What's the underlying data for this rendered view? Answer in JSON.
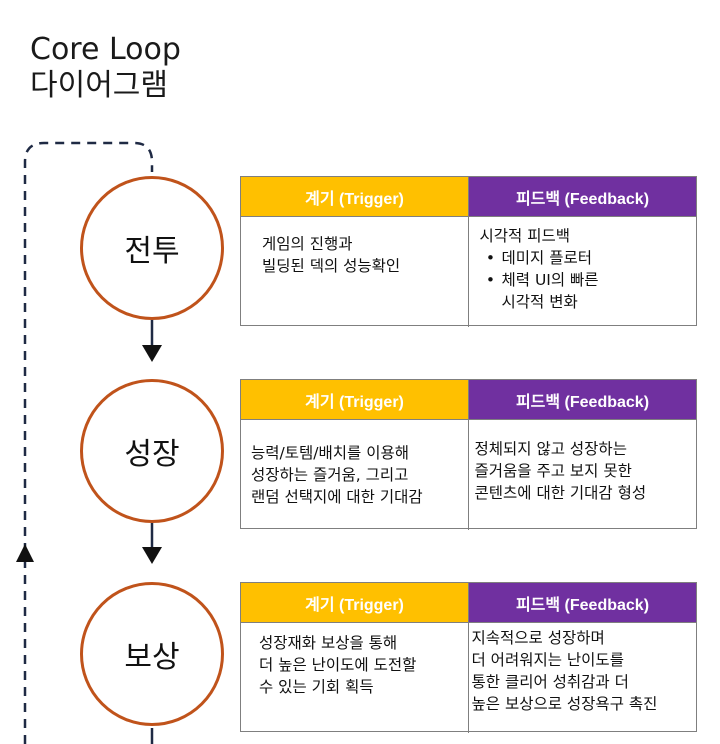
{
  "title": {
    "line1": "Core Loop",
    "line2": "다이어그램"
  },
  "headers": {
    "trigger": "계기 (Trigger)",
    "feedback": "피드백 (Feedback)"
  },
  "colors": {
    "circle_border": "#c0531b",
    "trigger_header": "#ffc000",
    "feedback_header": "#7030a0",
    "loop_line": "#1f2a44"
  },
  "stages": [
    {
      "name": "전투",
      "trigger": [
        "게임의 진행과",
        "빌딩된 덱의 성능확인"
      ],
      "feedback_intro": "시각적 피드백",
      "feedback_bullets": [
        "데미지 플로터",
        "체력 UI의 빠른"
      ],
      "feedback_cont": "시각적 변화"
    },
    {
      "name": "성장",
      "trigger": [
        "능력/토템/배치를 이용해",
        "성장하는 즐거움, 그리고",
        "랜덤 선택지에 대한 기대감"
      ],
      "feedback": [
        "정체되지 않고 성장하는",
        "즐거움을 주고 보지 못한",
        "콘텐츠에 대한 기대감 형성"
      ]
    },
    {
      "name": "보상",
      "trigger": [
        "성장재화 보상을 통해",
        "더 높은 난이도에 도전할",
        "수 있는 기회 획득"
      ],
      "feedback": [
        "지속적으로 성장하며",
        "더 어려워지는 난이도를",
        "통한 클리어 성취감과 더",
        "높은 보상으로 성장욕구 촉진"
      ]
    }
  ]
}
